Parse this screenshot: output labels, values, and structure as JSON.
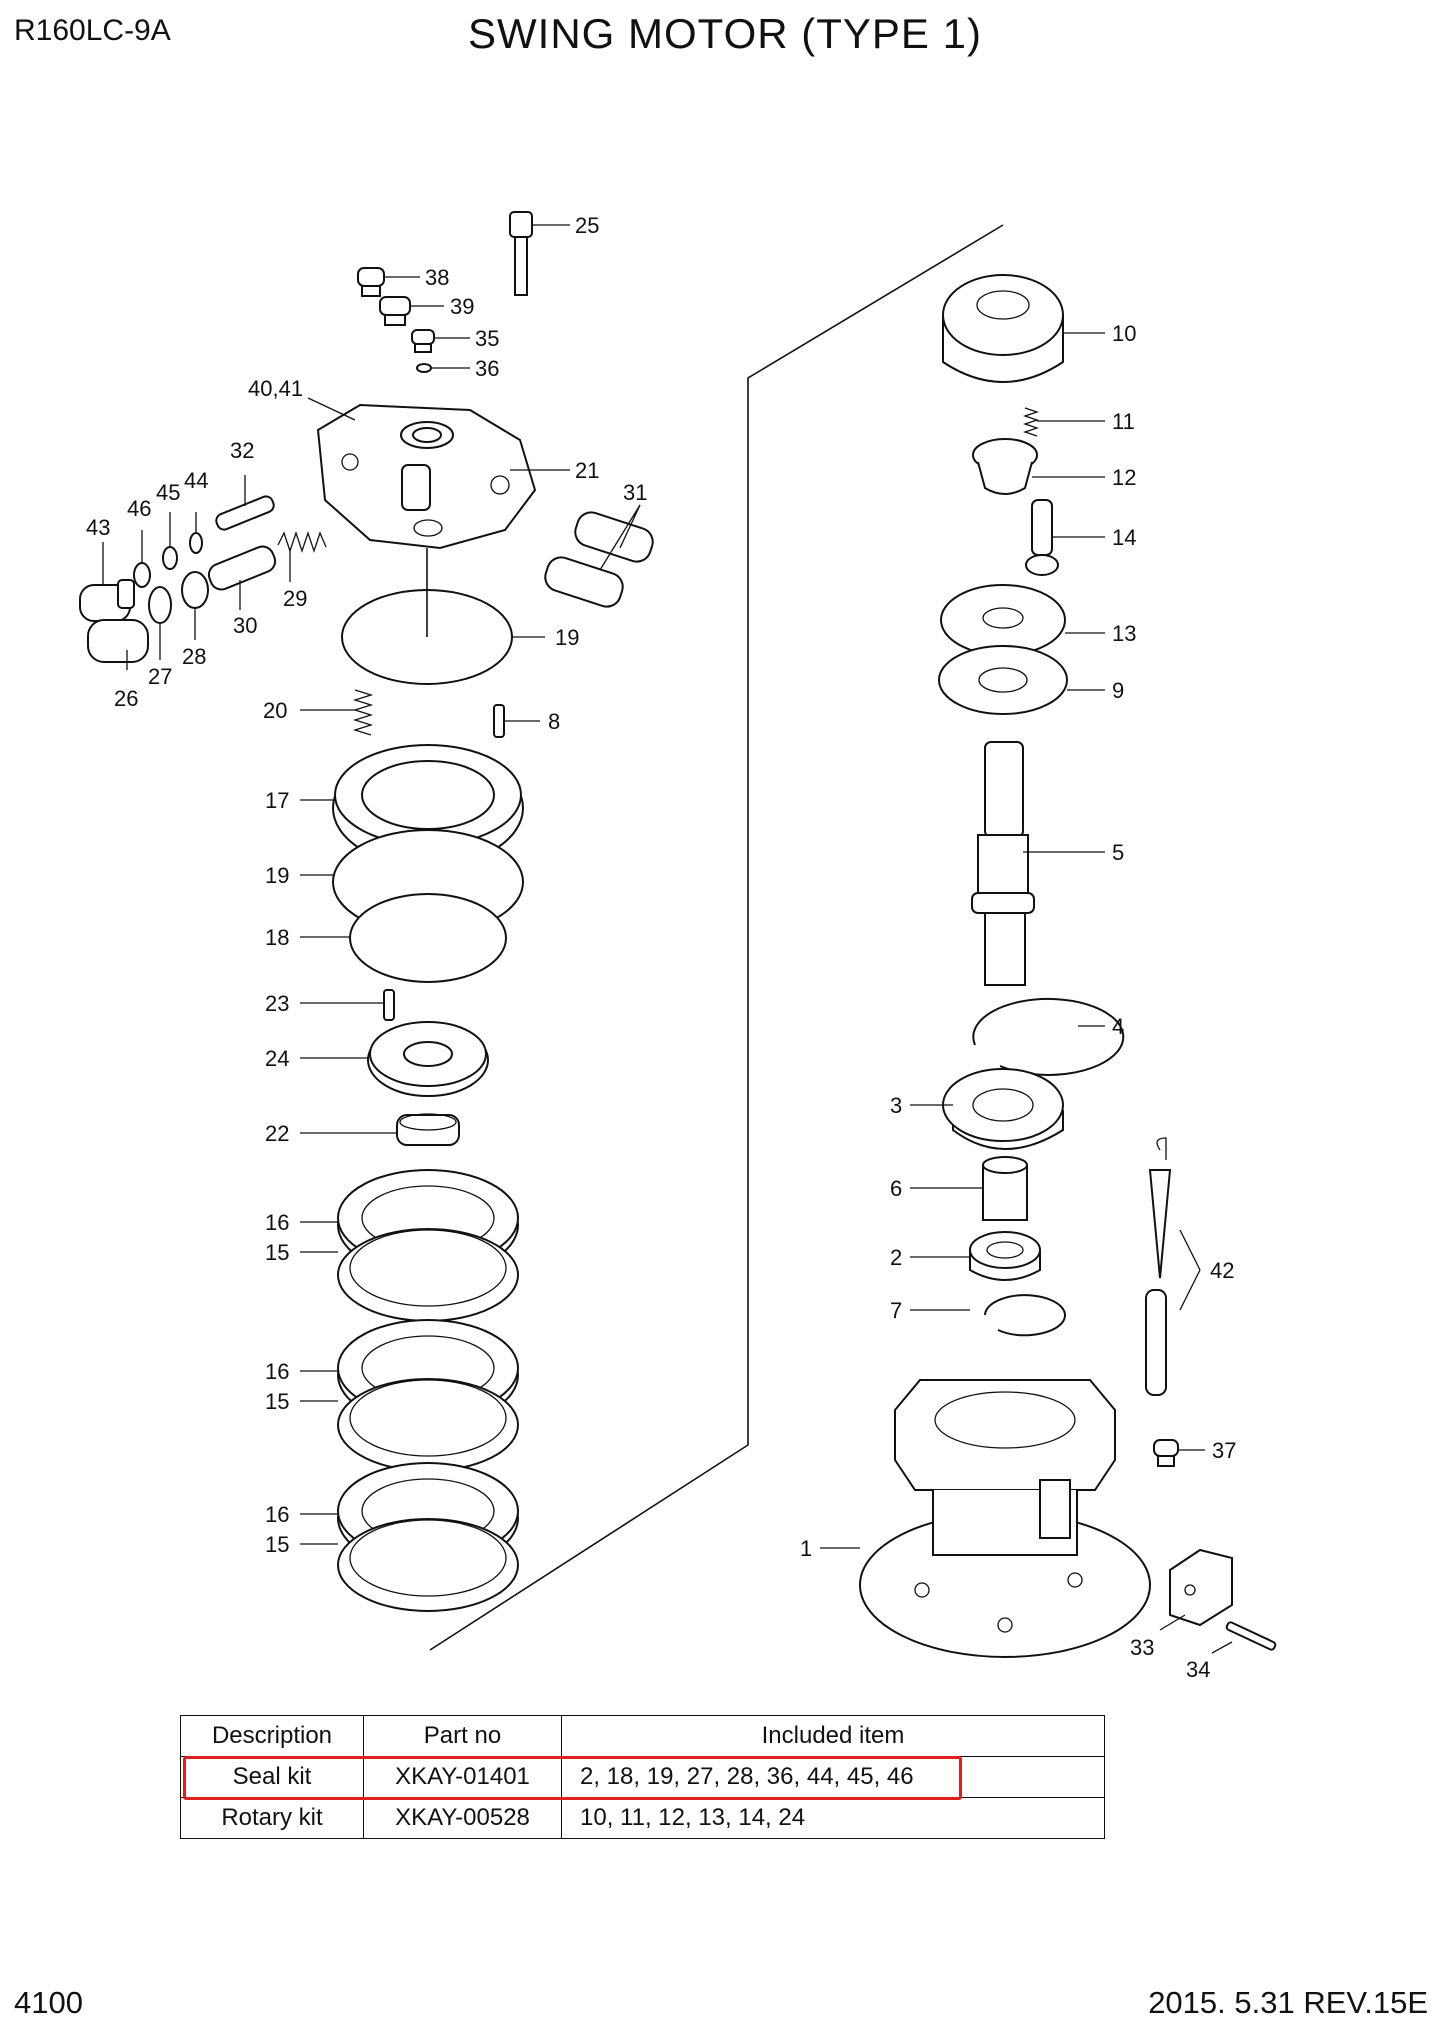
{
  "header": {
    "model": "R160LC-9A",
    "title": "SWING MOTOR (TYPE 1)"
  },
  "footer": {
    "page_number": "4100",
    "revision_date": "2015. 5.31  REV.15E"
  },
  "callouts": {
    "c1": "1",
    "c2": "2",
    "c3": "3",
    "c4": "4",
    "c5": "5",
    "c6": "6",
    "c7": "7",
    "c8": "8",
    "c9": "9",
    "c10": "10",
    "c11": "11",
    "c12": "12",
    "c13": "13",
    "c14": "14",
    "c15a": "15",
    "c15b": "15",
    "c15c": "15",
    "c16a": "16",
    "c16b": "16",
    "c16c": "16",
    "c17": "17",
    "c18": "18",
    "c19a": "19",
    "c19b": "19",
    "c20": "20",
    "c21": "21",
    "c22": "22",
    "c23": "23",
    "c24": "24",
    "c25": "25",
    "c26": "26",
    "c27": "27",
    "c28": "28",
    "c29": "29",
    "c30": "30",
    "c31": "31",
    "c32": "32",
    "c33": "33",
    "c34": "34",
    "c35": "35",
    "c36": "36",
    "c37": "37",
    "c38": "38",
    "c39": "39",
    "c4041": "40,41",
    "c42": "42",
    "c43": "43",
    "c44": "44",
    "c45": "45",
    "c46": "46"
  },
  "kit_table": {
    "headers": [
      "Description",
      "Part no",
      "Included item"
    ],
    "rows": [
      {
        "description": "Seal kit",
        "part_no": "XKAY-01401",
        "included": "2, 18, 19, 27, 28, 36, 44, 45, 46",
        "highlighted": true
      },
      {
        "description": "Rotary kit",
        "part_no": "XKAY-00528",
        "included": "10, 11, 12, 13, 14, 24",
        "highlighted": false
      }
    ],
    "highlight_color": "#e02020"
  }
}
